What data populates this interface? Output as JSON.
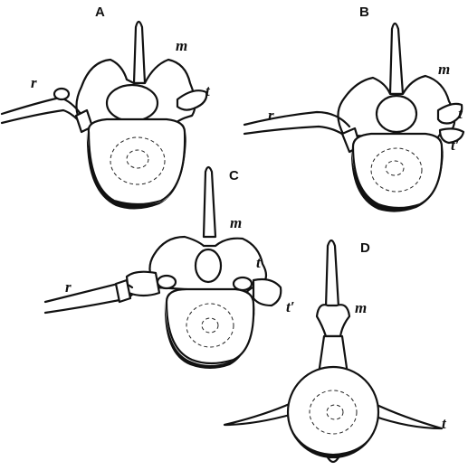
{
  "panels": [
    {
      "letter": "A",
      "labels": {
        "r": "r",
        "m": "m",
        "t": "t"
      }
    },
    {
      "letter": "B",
      "labels": {
        "r": "r",
        "m": "m",
        "t": "t",
        "t2": "t′"
      }
    },
    {
      "letter": "C",
      "labels": {
        "r": "r",
        "m": "m",
        "t": "t",
        "t2": "t′"
      }
    },
    {
      "letter": "D",
      "labels": {
        "m": "m",
        "t": "t"
      }
    }
  ]
}
